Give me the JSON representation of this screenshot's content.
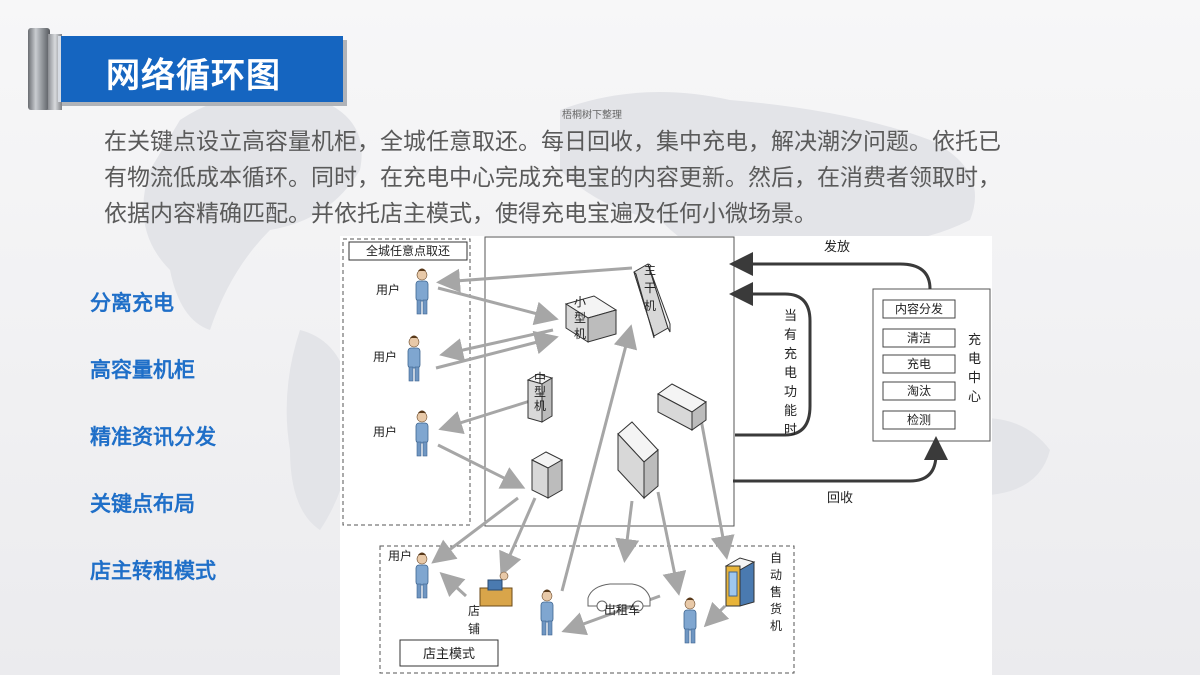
{
  "header": {
    "title": "网络循环图"
  },
  "watermark": "梧桐树下整理",
  "intro": {
    "lines": [
      "在关键点设立高容量机柜，全城任意取还。每日回收，集中充电，解决潮汐问题。依托已",
      "有物流低成本循环。同时，在充电中心完成充电宝的内容更新。然后，在消费者领取时，",
      "依据内容精确匹配。并依托店主模式，使得充电宝遍及任何小微场景。"
    ]
  },
  "features": [
    "分离充电",
    "高容量机柜",
    "精准资讯分发",
    "关键点布局",
    "店主转租模式"
  ],
  "diagram": {
    "left_box_title": "全城任意点取还",
    "user_label": "用户",
    "backbone_label": "主干机",
    "small_label": "小型机",
    "medium_label": "中型机",
    "distribute_label": "发放",
    "recycle_label": "回收",
    "charging_note": "当有充电功能时",
    "center_label": "充电中心",
    "center_items": [
      "内容分发",
      "清洁",
      "充电",
      "淘汰",
      "检测"
    ],
    "shop_label": "店铺",
    "taxi_label": "出租车",
    "vending_label": "自动售货机",
    "shop_mode_title": "店主模式"
  },
  "colors": {
    "title_blue": "#1565c0",
    "feature_blue": "#1f6fc8",
    "arrow_gray": "#a6a6a6",
    "arrow_dark": "#3a3a3a",
    "figure_blue": "#7fa6d0"
  }
}
